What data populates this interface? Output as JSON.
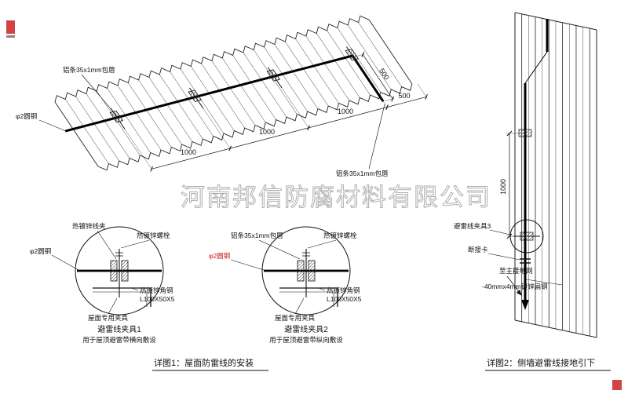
{
  "watermark": {
    "company": "河南邦信防腐材料有限公司",
    "logo_color": "#cc2222",
    "text_color": "#9a9a9a"
  },
  "roof": {
    "label_strip_top": "铝条35x1mm包唇",
    "label_strip_right": "铝条35x1mm包唇",
    "label_round_steel": "φ2圆钢",
    "dims": {
      "d1": "1000",
      "d2": "1000",
      "d3": "1000",
      "d4": "500",
      "slope": "500"
    }
  },
  "detail1": {
    "caption": "详图1：屋面防雷线的安装",
    "clamp1": {
      "title": "避雷线夹具1",
      "subtitle": "用于屋顶避雷带横向敷设",
      "label_wire_clip": "热镀锌线夹",
      "label_bolt": "热镀锌螺栓",
      "label_round_steel": "φ2圆钢",
      "label_angle_line1": "热镀锌角钢",
      "label_angle_line2": "L100X50X5",
      "label_roof_clamp": "屋面专用夹具"
    },
    "clamp2": {
      "title": "避雷线夹具2",
      "subtitle": "用于屋顶避雷带纵向敷设",
      "label_strip": "铝条35x1mm包唇",
      "label_bolt": "热镀锌螺栓",
      "label_round_steel": "φ2圆钢",
      "label_angle_line1": "热镀锌角钢",
      "label_angle_line2": "L100X50X5",
      "label_roof_clamp": "屋面专用夹具"
    }
  },
  "detail2": {
    "caption": "详图2：侧墙避雷线接地引下",
    "dim_height": "1000",
    "label_clamp3": "避雷线夹具3",
    "label_disconnect": "断接卡",
    "label_to_ground": "至主接地网",
    "label_flat_steel": "-40mmx4mm镀锌扁钢"
  }
}
